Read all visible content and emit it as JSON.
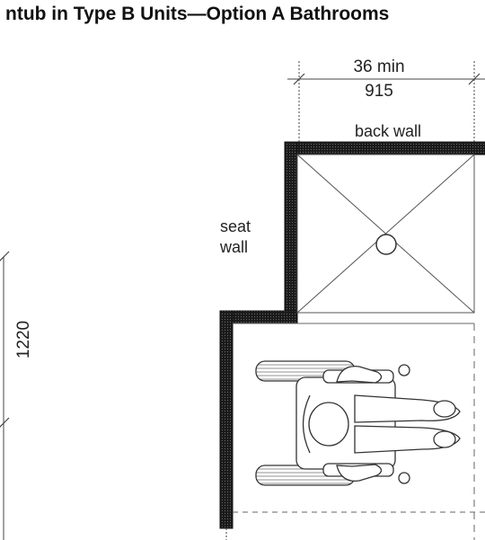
{
  "title": "ntub in Type B Units—Option A Bathrooms",
  "dimensions": {
    "width_imperial": "36 min",
    "width_metric": "915",
    "depth_metric": "1220"
  },
  "labels": {
    "back_wall": "back wall",
    "seat_wall_line1": "seat",
    "seat_wall_line2": "wall"
  },
  "colors": {
    "wall": "#1a1a1a",
    "line": "#333333",
    "background": "#ffffff"
  }
}
